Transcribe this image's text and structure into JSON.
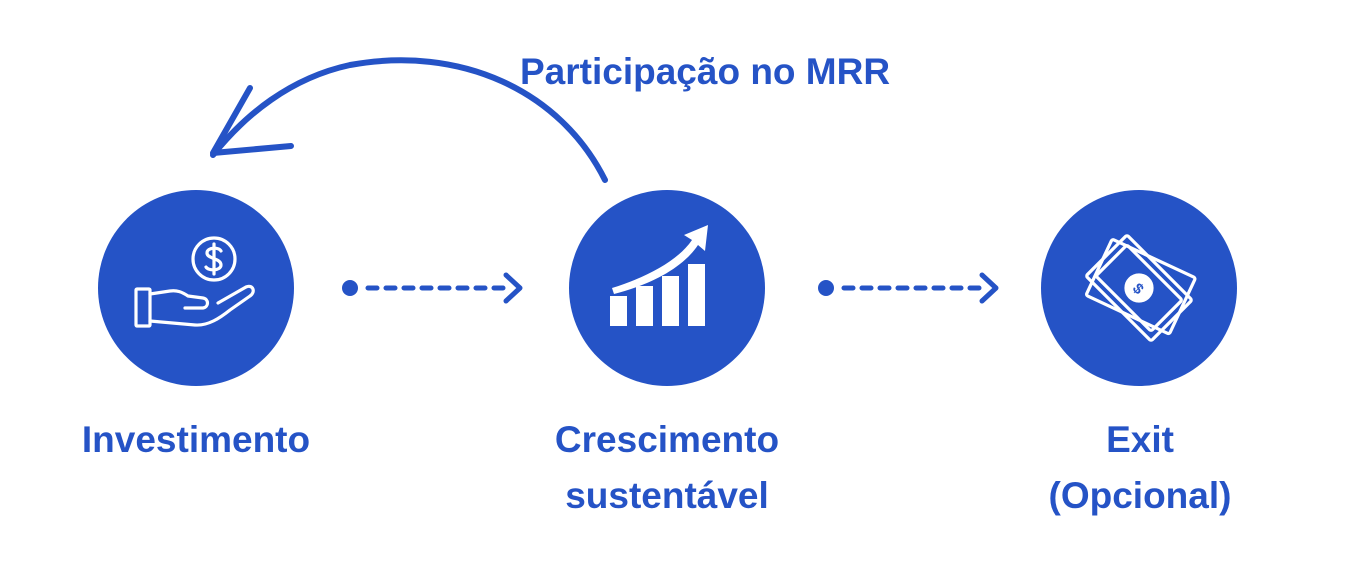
{
  "diagram": {
    "feedback_label": "Participação no MRR",
    "steps": [
      {
        "label_lines": [
          "Investimento"
        ],
        "icon": "hand-coin-icon"
      },
      {
        "label_lines": [
          "Crescimento",
          "sustentável"
        ],
        "icon": "growth-chart-icon"
      },
      {
        "label_lines": [
          "Exit",
          "(Opcional)"
        ],
        "icon": "money-bills-icon"
      }
    ],
    "colors": {
      "primary": "#2553c6",
      "background": "#ffffff",
      "icon": "#ffffff"
    }
  }
}
